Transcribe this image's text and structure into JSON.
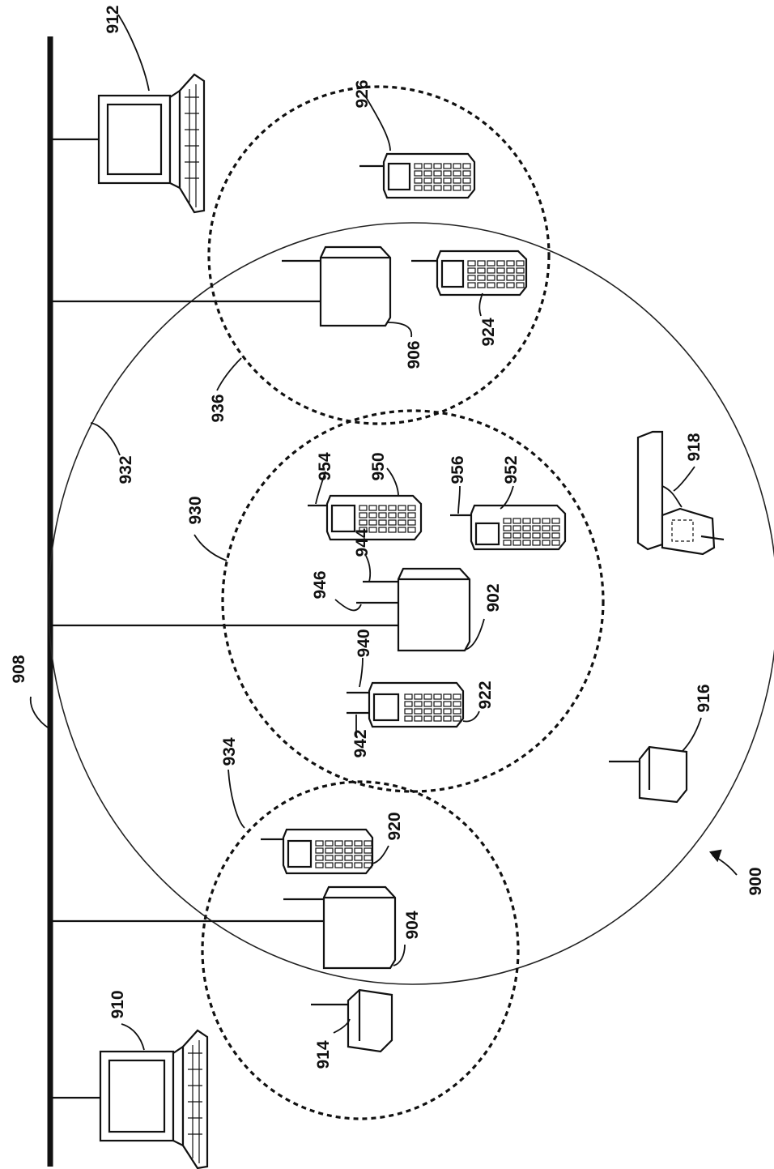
{
  "figure": {
    "labels": {
      "system": "900",
      "ap_center": "902",
      "ap_lower": "904",
      "ap_upper": "906",
      "backbone": "908",
      "host_lower": "910",
      "host_upper": "912",
      "station_lower": "914",
      "station_mid": "916",
      "scanner_918": "918",
      "terminal_920": "920",
      "terminal_922": "922",
      "terminal_924": "924",
      "terminal_926": "926",
      "cell_center": "930",
      "cell_large": "932",
      "cell_lower": "934",
      "cell_upper": "936",
      "antenna_940": "940",
      "antenna_942": "942",
      "antenna_944": "944",
      "antenna_946": "946",
      "terminal_950": "950",
      "terminal_952": "952",
      "antenna_954": "954",
      "antenna_956": "956"
    }
  }
}
